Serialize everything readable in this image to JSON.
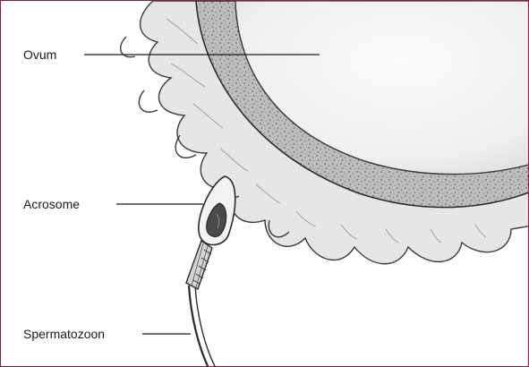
{
  "diagram": {
    "labels": {
      "ovum": "Ovum",
      "acrosome": "Acrosome",
      "spermatozoon": "Spermatozoon"
    }
  },
  "colors": {
    "frame_border": "#8a1b3d",
    "outline": "#2b2b2b",
    "zona": "#b9b9b9",
    "ovum_fill": "#f2f2f2",
    "corona": "#e4e4e4"
  }
}
